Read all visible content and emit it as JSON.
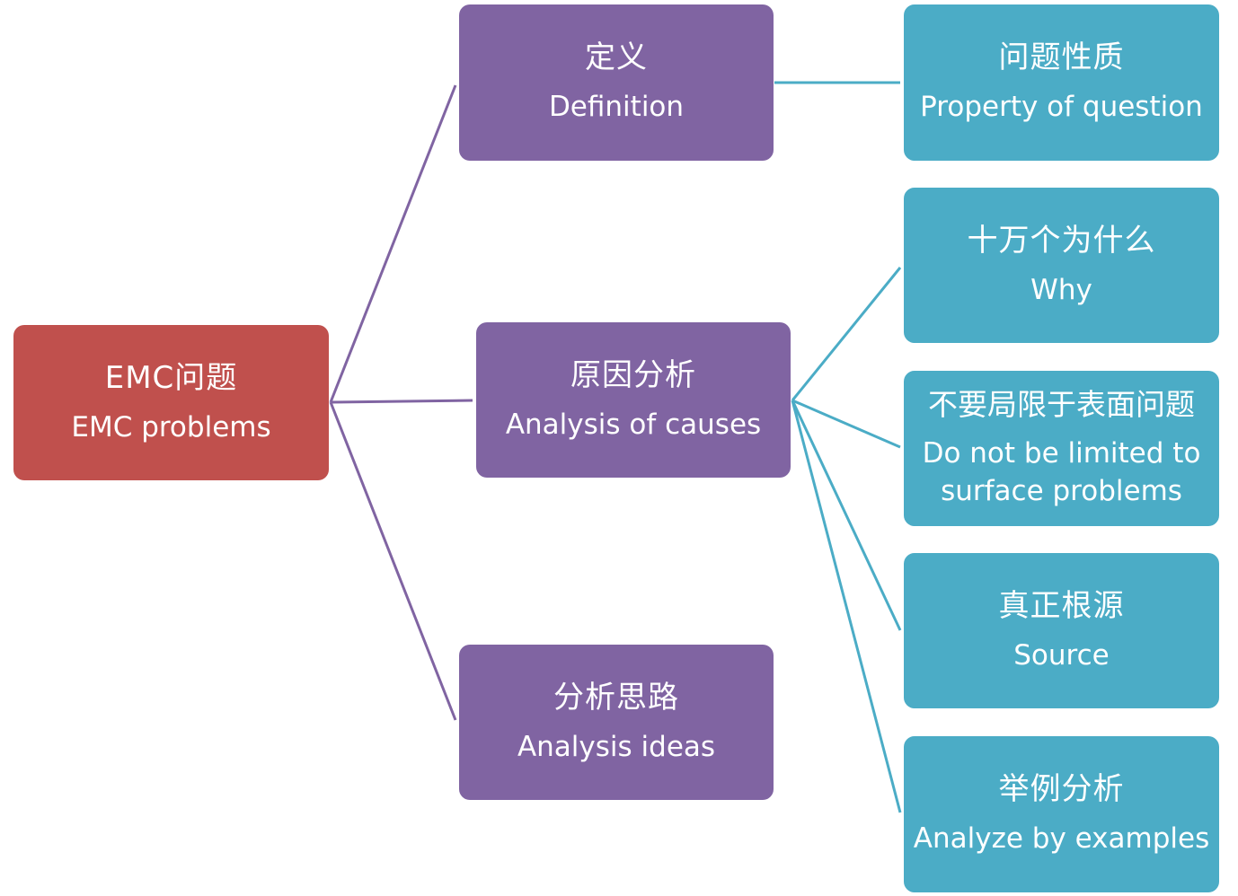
{
  "root": {
    "zh": "EMC问题",
    "en": "EMC problems"
  },
  "branches": [
    {
      "zh": "定义",
      "en": "Definition"
    },
    {
      "zh": "原因分析",
      "en": "Analysis of causes"
    },
    {
      "zh": "分析思路",
      "en": "Analysis ideas"
    }
  ],
  "leaves": [
    {
      "zh": "问题性质",
      "en": "Property of question"
    },
    {
      "zh": "十万个为什么",
      "en": "Why"
    },
    {
      "zh": "不要局限于表面问题",
      "en": "Do not be limited to surface problems"
    },
    {
      "zh": "真正根源",
      "en": "Source"
    },
    {
      "zh": "举例分析",
      "en": "Analyze by examples"
    }
  ],
  "colors": {
    "root": "#c0504d",
    "branch": "#8064a2",
    "leaf": "#4bacc6",
    "branch_connector": "#8064a2",
    "leaf_connector": "#4bacc6"
  }
}
